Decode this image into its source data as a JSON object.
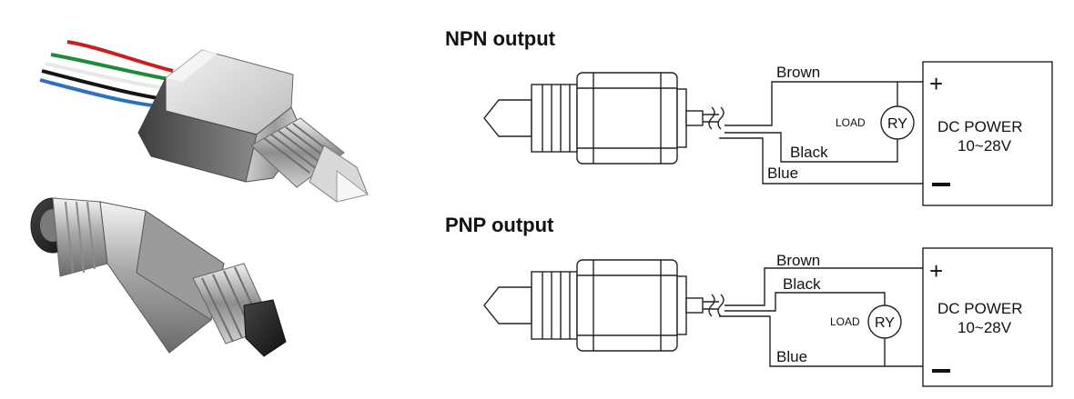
{
  "diagrams": [
    {
      "title": "NPN output",
      "wires": {
        "brown": "Brown",
        "black": "Black",
        "blue": "Blue"
      },
      "load": "LOAD",
      "relay": "RY",
      "power": {
        "line1": "DC POWER",
        "line2": "10~28V",
        "plus": "+",
        "minus": "—"
      }
    },
    {
      "title": "PNP output",
      "wires": {
        "brown": "Brown",
        "black": "Black",
        "blue": "Blue"
      },
      "load": "LOAD",
      "relay": "RY",
      "power": {
        "line1": "DC POWER",
        "line2": "10~28V",
        "plus": "+",
        "minus": "—"
      }
    }
  ],
  "colors": {
    "wire_red": "#c8201e",
    "wire_green": "#1f8a3c",
    "wire_blue": "#2a72c0",
    "wire_black": "#141414",
    "steel_light": "#e4e4e4",
    "steel_dark": "#6e6e6e"
  }
}
